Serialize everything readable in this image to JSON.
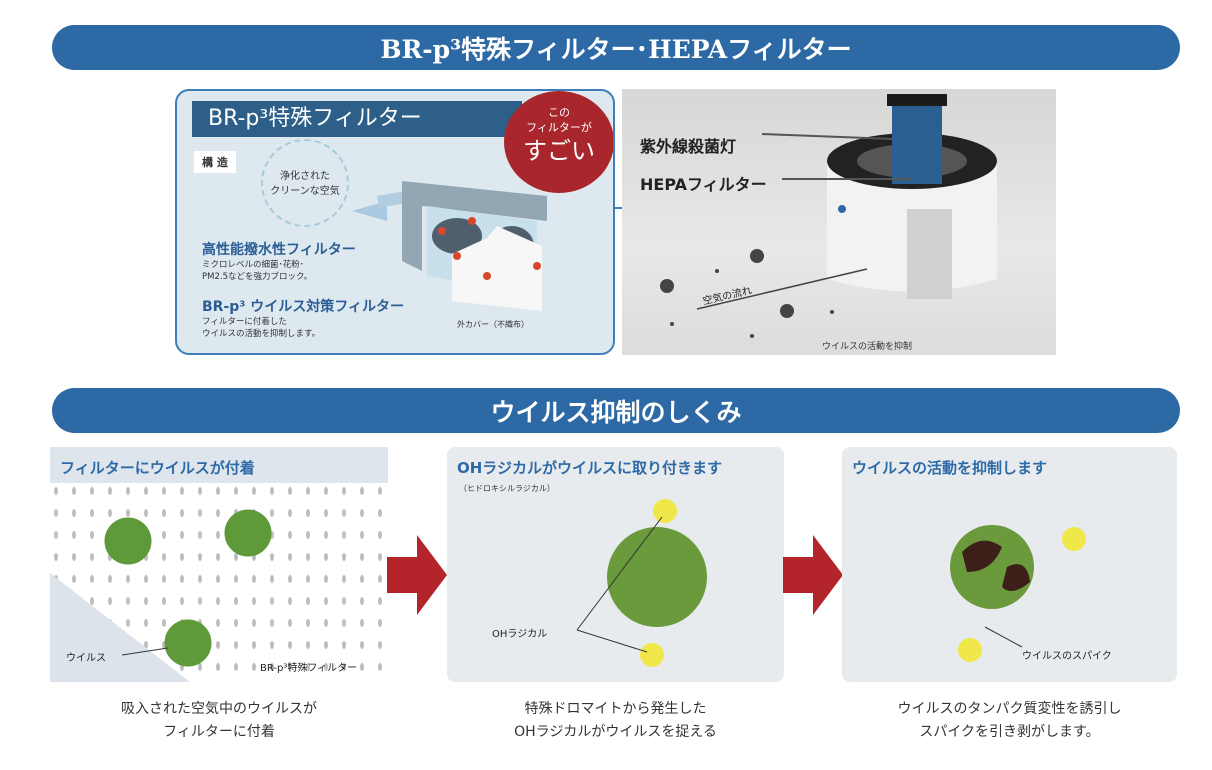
{
  "banner_top": "BR-p³特殊フィルター･HEPAフィルター",
  "banner_mid": "ウイルス抑制のしくみ",
  "filter_box": {
    "title": "BR-p³特殊フィルター",
    "structure": "構 造",
    "clean_air": [
      "浄化された",
      "クリーンな空気"
    ],
    "badge": [
      "この",
      "フィルターが",
      "すごい"
    ],
    "label1": "高性能撥水性フィルター",
    "label1_sub": [
      "ミクロレベルの細菌･花粉･",
      "PM2.5などを強力ブロック。"
    ],
    "label2": "BR-p³ ウイルス対策フィルター",
    "label2_sub": [
      "フィルターに付着した",
      "ウイルスの活動を抑制します。"
    ],
    "cover": "外カバー（不織布）"
  },
  "photo": {
    "uv": "紫外線殺菌灯",
    "hepa": "HEPAフィルター",
    "airflow": "空気の流れ",
    "suppress": "ウイルスの活動を抑制"
  },
  "steps": [
    {
      "title": "フィルターにウイルスが付着",
      "virus_label": "ウイルス",
      "filter_label": "BR-p³特殊フィルター",
      "caption": [
        "吸入された空気中のウイルスが",
        "フィルターに付着"
      ]
    },
    {
      "title": "OHラジカルがウイルスに取り付きます",
      "subtitle": "（ヒドロキシルラジカル）",
      "oh_label": "OHラジカル",
      "caption": [
        "特殊ドロマイトから発生した",
        "OHラジカルがウイルスを捉える"
      ]
    },
    {
      "title": "ウイルスの活動を抑制します",
      "spike_label": "ウイルスのスパイク",
      "caption": [
        "ウイルスのタンパク質変性を誘引し",
        "スパイクを引き剥がします。"
      ]
    }
  ],
  "colors": {
    "banner": "#2c69a5",
    "arrow": "#b3252b",
    "virus": "#5f9a3a",
    "radical": "#f0e84a"
  }
}
